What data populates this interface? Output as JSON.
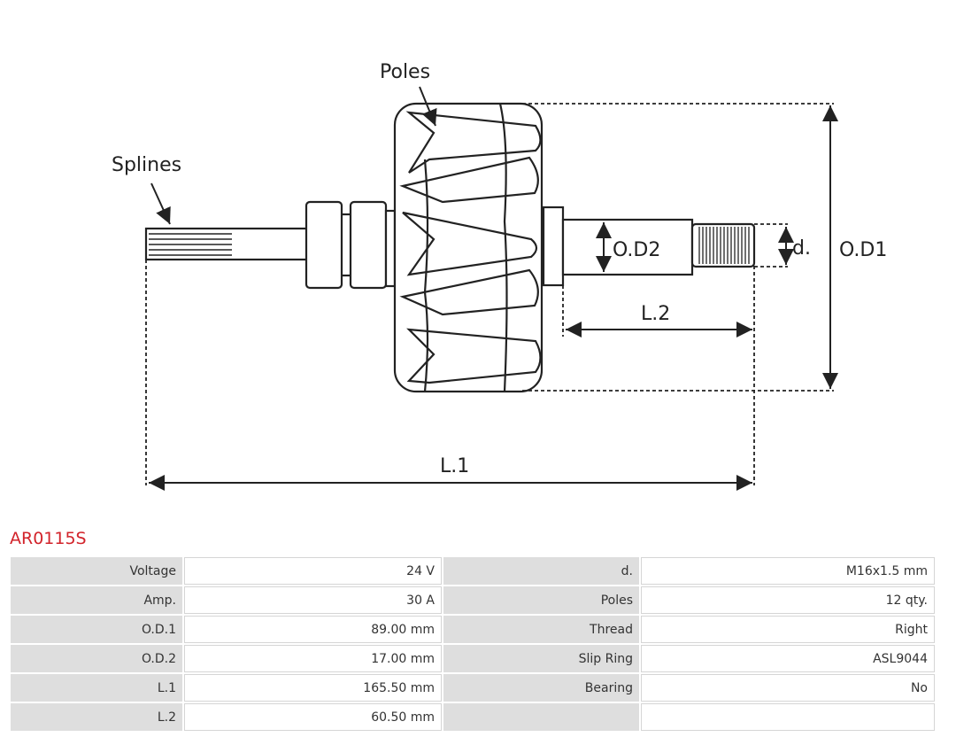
{
  "diagram": {
    "labels": {
      "poles": "Poles",
      "splines": "Splines",
      "od2": "O.D2",
      "d": "d.",
      "od1": "O.D1",
      "l2": "L.2",
      "l1": "L.1"
    },
    "line_color": "#222222"
  },
  "product": {
    "code": "AR0115S",
    "code_color": "#d2232a"
  },
  "specs": {
    "rows": [
      {
        "k1": "Voltage",
        "v1": "24 V",
        "k2": "d.",
        "v2": "M16x1.5 mm"
      },
      {
        "k1": "Amp.",
        "v1": "30 A",
        "k2": "Poles",
        "v2": "12  qty."
      },
      {
        "k1": "O.D.1",
        "v1": "89.00 mm",
        "k2": "Thread",
        "v2": "Right"
      },
      {
        "k1": "O.D.2",
        "v1": "17.00 mm",
        "k2": "Slip Ring",
        "v2": "ASL9044"
      },
      {
        "k1": "L.1",
        "v1": "165.50 mm",
        "k2": "Bearing",
        "v2": "No"
      },
      {
        "k1": "L.2",
        "v1": "60.50 mm",
        "k2": "",
        "v2": ""
      }
    ]
  }
}
